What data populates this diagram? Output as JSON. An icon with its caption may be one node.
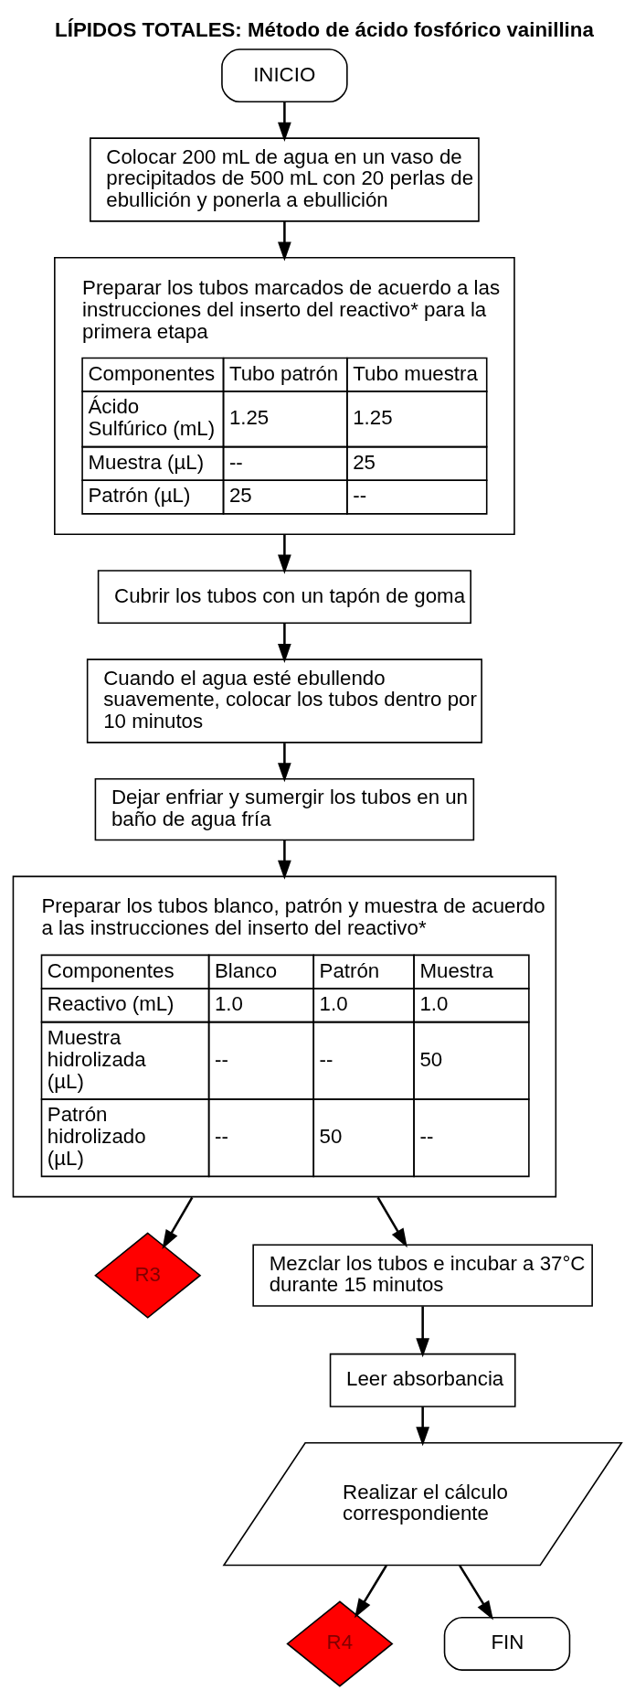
{
  "diagram": {
    "title": "LÍPIDOS TOTALES: Método de ácido fosfórico vainillina",
    "nodes": [
      {
        "text": [
          "INICIO"
        ]
      },
      {
        "text": [
          "Colocar 200 mL de agua en un vaso de precipitados de 500 mL con 20 perlas de ebullición y ponerla a ebullición"
        ]
      },
      {
        "text": [
          "Preparar los tubos marcados de acuerdo a las instrucciones del inserto del reactivo* para la primera etapa",
          "Componentes",
          "Tubo patrón",
          "Tubo muestra",
          "Ácido Sulfúrico (mL)",
          "1.25",
          "1.25",
          "Muestra (µL)",
          "--",
          "25",
          "Patrón (µL)",
          "25",
          "--"
        ]
      },
      {
        "text": [
          "Cubrir los tubos con un tapón de goma"
        ]
      },
      {
        "text": [
          "Cuando el agua esté ebullendo suavemente, colocar los tubos dentro por 10 minutos"
        ]
      },
      {
        "text": [
          "Dejar enfriar y sumergir los tubos en un baño de agua fría"
        ]
      },
      {
        "text": [
          "Preparar los tubos blanco, patrón y muestra de acuerdo a las instrucciones del inserto del reactivo*",
          "Componentes",
          "Blanco",
          "Patrón",
          "Muestra",
          "Reactivo (mL)",
          "1.0",
          "1.0",
          "1.0",
          "Muestra hidrolizada (µL)",
          "--",
          "--",
          "50",
          "Patrón hidrolizado (µL)",
          "--",
          "50",
          "--"
        ]
      },
      {
        "text": [
          "R3"
        ]
      },
      {
        "text": [
          "Mezclar los tubos e incubar a 37°C durante 15 minutos"
        ]
      },
      {
        "text": [
          "Leer absorbancia"
        ]
      },
      {
        "text": [
          "Realizar el cálculo correspondiente"
        ]
      },
      {
        "text": [
          "R4"
        ]
      },
      {
        "text": [
          "FIN"
        ]
      }
    ],
    "edges": [
      {
        "from": 0,
        "to": 1,
        "arrow": "to"
      },
      {
        "from": 1,
        "to": 2,
        "arrow": "to"
      },
      {
        "from": 2,
        "to": 3,
        "arrow": "to"
      },
      {
        "from": 3,
        "to": 4,
        "arrow": "to"
      },
      {
        "from": 4,
        "to": 5,
        "arrow": "to"
      },
      {
        "from": 5,
        "to": 6,
        "arrow": "to"
      },
      {
        "from": 6,
        "to": 8,
        "arrow": "to"
      },
      {
        "from": 6,
        "to": 7,
        "arrow": "to"
      },
      {
        "from": 8,
        "to": 9,
        "arrow": "to"
      },
      {
        "from": 9,
        "to": 10,
        "arrow": "to"
      },
      {
        "from": 10,
        "to": 12,
        "arrow": "to"
      },
      {
        "from": 10,
        "to": 11,
        "arrow": "to"
      }
    ]
  }
}
